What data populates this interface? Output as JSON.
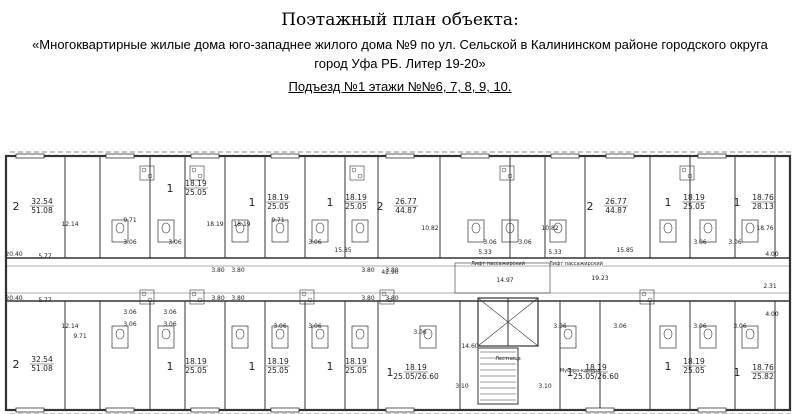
{
  "header": {
    "title": "Поэтажный план объекта:",
    "subtitle_line1": "«Многоквартирные жилые дома юго-западнее жилого дома №9 по ул. Сельской в Калининском районе городского округа",
    "subtitle_line2": "город Уфа РБ. Литер 19-20»",
    "section_line": "Подъезд №1 этажи №№6, 7, 8, 9, 10."
  },
  "plan": {
    "apartments": [
      {
        "rooms": "2",
        "living": "32.54",
        "total": "51.08"
      },
      {
        "rooms": "1",
        "living": "18.19",
        "total": "25.05"
      },
      {
        "rooms": "1",
        "living": "18.19",
        "total": "25.05"
      },
      {
        "rooms": "1",
        "living": "18.19",
        "total": "25.05"
      },
      {
        "rooms": "2",
        "living": "26.77",
        "total": "44.87"
      },
      {
        "rooms": "2",
        "living": "26.77",
        "total": "44.87"
      },
      {
        "rooms": "1",
        "living": "18.19",
        "total": "25.05"
      },
      {
        "rooms": "1",
        "living": "18.76",
        "total": "28.13"
      },
      {
        "rooms": "2",
        "living": "32.54",
        "total": "51.08"
      },
      {
        "rooms": "1",
        "living": "18.19",
        "total": "25.05"
      },
      {
        "rooms": "1",
        "living": "18.19",
        "total": "25.05"
      },
      {
        "rooms": "1",
        "living": "18.19",
        "total": "25.05"
      },
      {
        "rooms": "1",
        "living": "18.19",
        "total": "25.05/26.60"
      },
      {
        "rooms": "1",
        "living": "18.19",
        "total": "25.05/26.60"
      },
      {
        "rooms": "1",
        "living": "18.19",
        "total": "25.05"
      },
      {
        "rooms": "1",
        "living": "18.76",
        "total": "25.82"
      }
    ],
    "room_areas": [
      "12.14",
      "9.71",
      "3.06",
      "3.06",
      "18.19",
      "18.19",
      "9.71",
      "3.06",
      "10.82",
      "5.33",
      "3.06",
      "3.06",
      "10.82",
      "5.33",
      "15.85",
      "3.06",
      "3.06",
      "18.76",
      "4.00",
      "20.40",
      "5.77",
      "3.80",
      "3.80",
      "3.80",
      "3.80",
      "15.85",
      "42.90",
      "19.23",
      "14.97",
      "2.31",
      "20.40",
      "5.77",
      "12.14",
      "9.71",
      "3.06",
      "3.06",
      "3.80",
      "3.80",
      "3.80",
      "3.80",
      "3.06",
      "3.06",
      "3.06",
      "3.06",
      "3.06",
      "3.06",
      "3.06",
      "3.06",
      "3.06",
      "4.00",
      "14.60",
      "3.10",
      "3.10"
    ],
    "annotations": [
      "Лифт пассажирский",
      "Лифт пассажирский",
      "Лестница",
      "Мусоро-камера"
    ]
  }
}
